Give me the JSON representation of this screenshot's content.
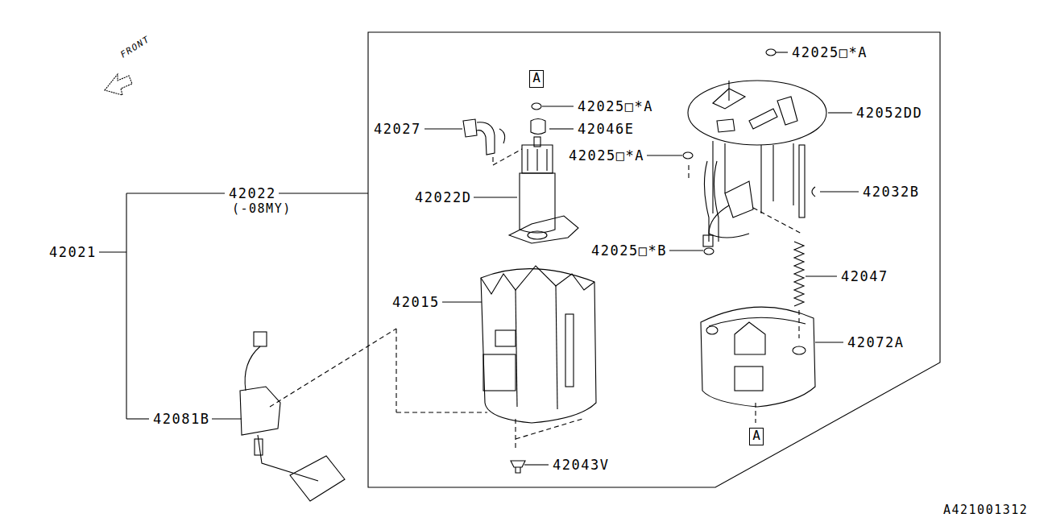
{
  "diagram": {
    "nodes": [
      {
        "text": [
          "A"
        ]
      },
      {
        "text": [
          "A"
        ]
      }
    ],
    "labels": [
      "FRONT",
      "42025□*A",
      "42052DD",
      "42025□*A",
      "42046E",
      "42027",
      "42025□*A",
      "42032B",
      "42022",
      "(-08MY)",
      "42022D",
      "42021",
      "42025□*B",
      "42047",
      "42015",
      "42072A",
      "42081B",
      "42043V",
      "A421001312"
    ]
  }
}
